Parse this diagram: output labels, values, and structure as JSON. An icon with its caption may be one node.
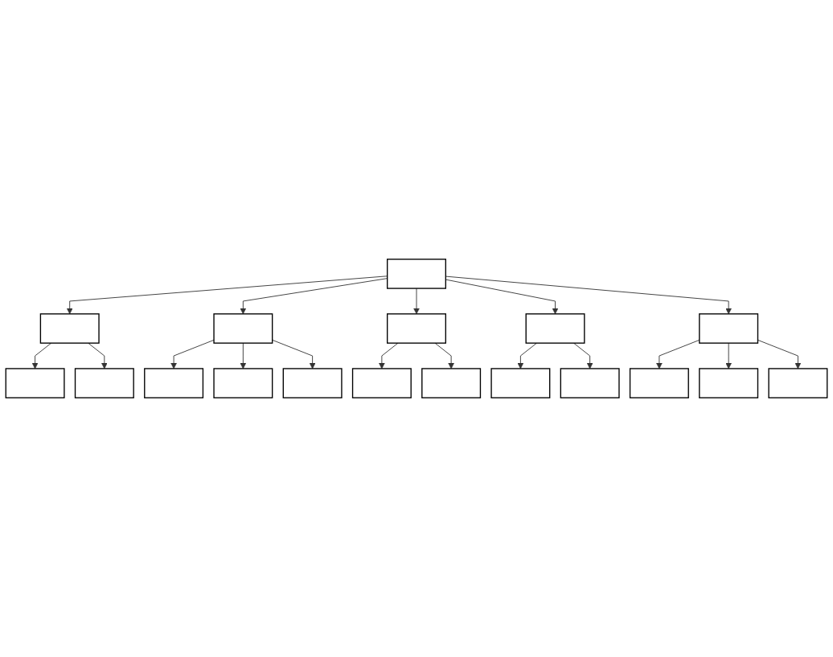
{
  "diagram": {
    "nodes": [
      {
        "text": [],
        "shape": "box"
      },
      {
        "text": [],
        "shape": "box"
      },
      {
        "text": [],
        "shape": "box"
      },
      {
        "text": [],
        "shape": "box"
      },
      {
        "text": [],
        "shape": "box"
      },
      {
        "text": [],
        "shape": "box"
      },
      {
        "text": [],
        "shape": "box"
      },
      {
        "text": [],
        "shape": "box"
      },
      {
        "text": [],
        "shape": "box"
      },
      {
        "text": [],
        "shape": "box"
      },
      {
        "text": [],
        "shape": "box"
      },
      {
        "text": [],
        "shape": "box"
      },
      {
        "text": [],
        "shape": "box"
      },
      {
        "text": [],
        "shape": "box"
      },
      {
        "text": [],
        "shape": "box"
      },
      {
        "text": [],
        "shape": "box"
      },
      {
        "text": [],
        "shape": "box"
      },
      {
        "text": [],
        "shape": "box"
      }
    ],
    "edges": [
      {
        "from": 0,
        "to": 1,
        "arrow": "to"
      },
      {
        "from": 0,
        "to": 2,
        "arrow": "to"
      },
      {
        "from": 0,
        "to": 3,
        "arrow": "to"
      },
      {
        "from": 0,
        "to": 4,
        "arrow": "to"
      },
      {
        "from": 0,
        "to": 5,
        "arrow": "to"
      },
      {
        "from": 1,
        "to": 6,
        "arrow": "to"
      },
      {
        "from": 1,
        "to": 7,
        "arrow": "to"
      },
      {
        "from": 2,
        "to": 8,
        "arrow": "to"
      },
      {
        "from": 2,
        "to": 9,
        "arrow": "to"
      },
      {
        "from": 2,
        "to": 10,
        "arrow": "to"
      },
      {
        "from": 3,
        "to": 11,
        "arrow": "to"
      },
      {
        "from": 3,
        "to": 12,
        "arrow": "to"
      },
      {
        "from": 4,
        "to": 13,
        "arrow": "to"
      },
      {
        "from": 4,
        "to": 14,
        "arrow": "to"
      },
      {
        "from": 5,
        "to": 15,
        "arrow": "to"
      },
      {
        "from": 5,
        "to": 16,
        "arrow": "to"
      },
      {
        "from": 5,
        "to": 17,
        "arrow": "to"
      }
    ]
  }
}
